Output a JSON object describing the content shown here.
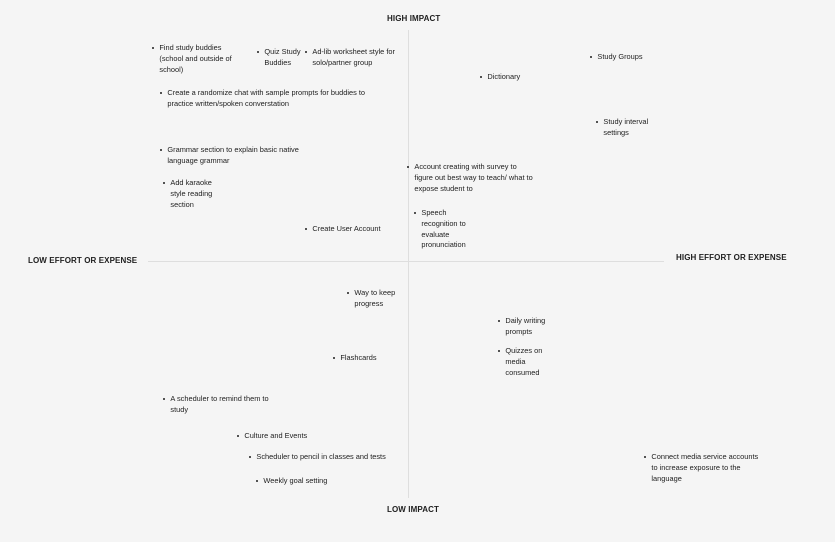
{
  "axes": {
    "top": "HIGH IMPACT",
    "bottom": "LOW IMPACT",
    "left": "LOW EFFORT OR EXPENSE",
    "right": "HIGH EFFORT OR EXPENSE"
  },
  "items": [
    {
      "id": "find-study-buddies",
      "text": "Find study buddies (school and outside of school)"
    },
    {
      "id": "quiz-study-buddies",
      "text": "Quiz Study Buddies"
    },
    {
      "id": "ad-lib-worksheet",
      "text": "Ad-lib worksheet style for solo/partner group"
    },
    {
      "id": "study-groups",
      "text": "Study Groups"
    },
    {
      "id": "dictionary",
      "text": "Dictionary"
    },
    {
      "id": "randomize-chat",
      "text": "Create a randomize chat with sample prompts for buddies to practice written/spoken converstation"
    },
    {
      "id": "study-interval-settings",
      "text": "Study interval settings"
    },
    {
      "id": "grammar-section",
      "text": "Grammar section to explain basic native language grammar"
    },
    {
      "id": "account-survey",
      "text": "Account creating with survey to figure out best way to teach/ what to expose student to"
    },
    {
      "id": "karaoke-reading",
      "text": "Add karaoke style reading section"
    },
    {
      "id": "speech-recognition",
      "text": "Speech recognition to evaluate pronunciation"
    },
    {
      "id": "create-user-account",
      "text": "Create User Account"
    },
    {
      "id": "keep-progress",
      "text": "Way to keep progress"
    },
    {
      "id": "daily-writing-prompts",
      "text": "Daily writing prompts"
    },
    {
      "id": "quizzes-media",
      "text": "Quizzes on media consumed"
    },
    {
      "id": "flashcards",
      "text": "Flashcards"
    },
    {
      "id": "scheduler-remind",
      "text": "A scheduler to remind them to study"
    },
    {
      "id": "culture-events",
      "text": "Culture and Events"
    },
    {
      "id": "scheduler-classes",
      "text": "Scheduler to pencil in classes and tests"
    },
    {
      "id": "connect-media",
      "text": "Connect media service accounts to increase exposure to the language"
    },
    {
      "id": "weekly-goal",
      "text": "Weekly goal setting"
    }
  ]
}
